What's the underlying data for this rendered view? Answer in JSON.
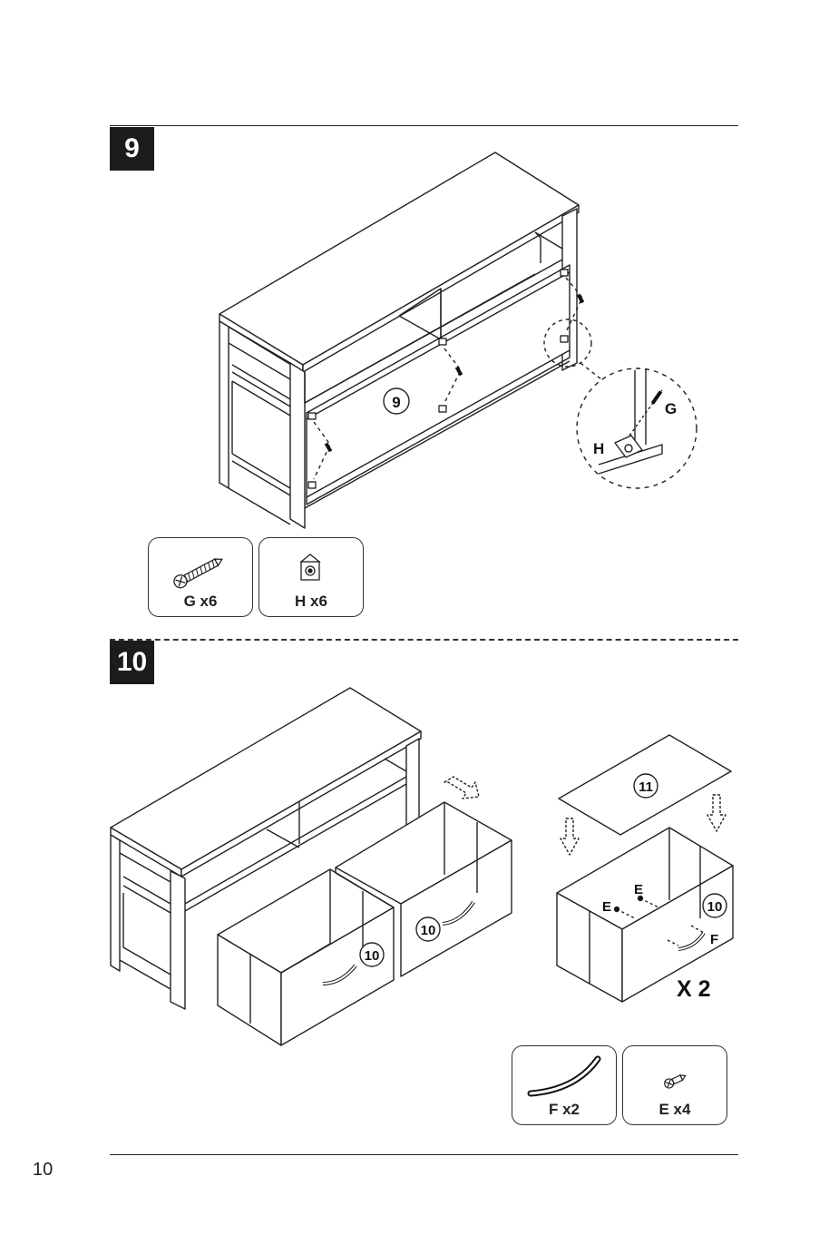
{
  "page": {
    "number": "10"
  },
  "step9": {
    "badge": "9",
    "panel_label": "9",
    "detail_labels": {
      "screw": "G",
      "bracket": "H"
    },
    "parts": [
      {
        "icon": "screw-icon",
        "label": "G x6"
      },
      {
        "icon": "corner-bracket-icon",
        "label": "H x6"
      }
    ]
  },
  "step10": {
    "badge": "10",
    "drawer_label": "10",
    "top_panel_label": "11",
    "detail_labels": {
      "screw": "E",
      "handle": "F"
    },
    "multiplier": "X 2",
    "parts": [
      {
        "icon": "handle-icon",
        "label": "F x2"
      },
      {
        "icon": "screw-icon",
        "label": "E x4"
      }
    ]
  }
}
